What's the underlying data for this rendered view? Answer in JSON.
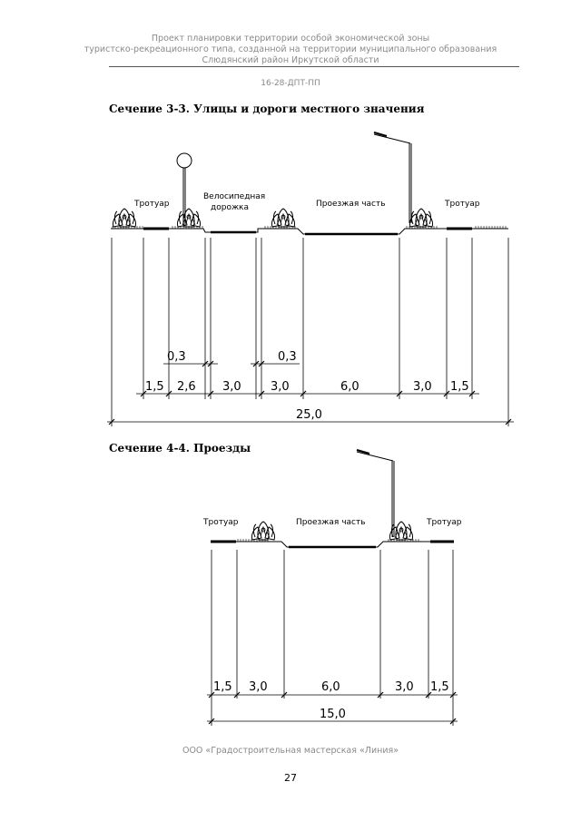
{
  "header": {
    "line1": "Проект планировки территории особой экономической зоны",
    "line2": "туристско-рекреационного типа, созданной на территории муниципального образования",
    "line3": "Слюдянский район Иркутской области",
    "doc_number": "16-28-ДПТ-ПП"
  },
  "section_33": {
    "title": "Сечение 3-3. Улицы и дороги местного значения",
    "label_sidewalk_left": "Тротуар",
    "label_bike_1": "Велосипедная",
    "label_bike_2": "дорожка",
    "label_carriageway": "Проезжая часть",
    "label_sidewalk_right": "Тротуар",
    "dim_03_a": "0,3",
    "dim_03_b": "0,3",
    "dims": [
      "1,5",
      "2,6",
      "3,0",
      "3,0",
      "6,0",
      "3,0",
      "1,5"
    ],
    "total": "25,0"
  },
  "section_44": {
    "title": "Сечение 4-4. Проезды",
    "label_sidewalk_left": "Тротуар",
    "label_carriageway": "Проезжая часть",
    "label_sidewalk_right": "Тротуар",
    "dims": [
      "1,5",
      "3,0",
      "6,0",
      "3,0",
      "1,5"
    ],
    "total": "15,0"
  },
  "footer": {
    "company": "ООО «Градостроительная мастерская «Линия»",
    "page_number": "27"
  }
}
